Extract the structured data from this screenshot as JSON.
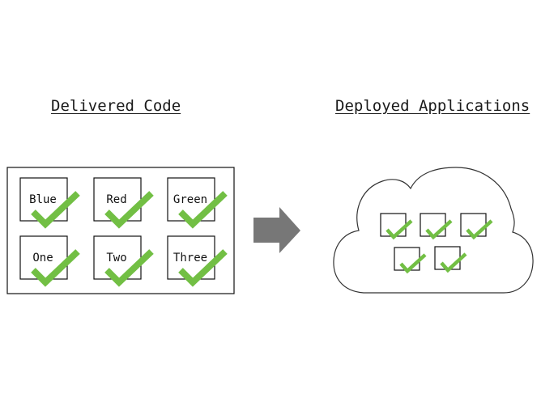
{
  "headings": {
    "left": "Delivered Code",
    "right": "Deployed Applications"
  },
  "modules": [
    {
      "label": "Blue"
    },
    {
      "label": "Red"
    },
    {
      "label": "Green"
    },
    {
      "label": "One"
    },
    {
      "label": "Two"
    },
    {
      "label": "Three"
    }
  ],
  "deployed_app_count": 5,
  "colors": {
    "check": "#72bf44",
    "arrow": "#777777",
    "stroke": "#111111"
  },
  "icons": {
    "check": "check-icon",
    "arrow": "right-arrow-icon",
    "cloud": "cloud-icon"
  }
}
